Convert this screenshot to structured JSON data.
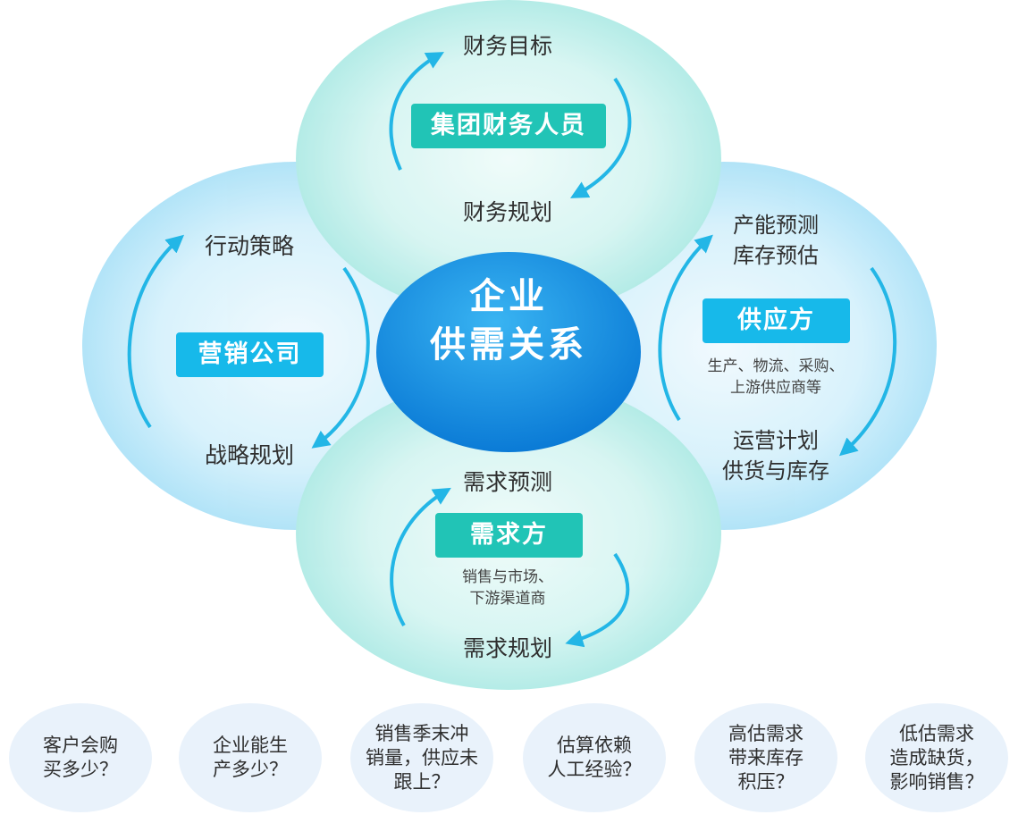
{
  "center": {
    "line1": "企业",
    "line2": "供需关系"
  },
  "top": {
    "role": "集团财务人员",
    "label_top": "财务目标",
    "label_bottom": "财务规划"
  },
  "left": {
    "role": "营销公司",
    "label_top": "行动策略",
    "label_bottom": "战略规划"
  },
  "right": {
    "role": "供应方",
    "label_top_1": "产能预测",
    "label_top_2": "库存预估",
    "desc_1": "生产、物流、采购、",
    "desc_2": "上游供应商等",
    "label_bottom_1": "运营计划",
    "label_bottom_2": "供货与库存"
  },
  "bottom": {
    "role": "需求方",
    "label_top": "需求预测",
    "desc_1": "销售与市场、",
    "desc_2": "下游渠道商",
    "label_bottom": "需求规划"
  },
  "questions": [
    "客户会购\n买多少？",
    "企业能生\n产多少？",
    "销售季末冲\n销量，供应未\n跟上？",
    "估算依赖\n人工经验？",
    "高估需求\n带来库存\n积压？",
    "低估需求\n造成缺货，\n影响销售？"
  ],
  "colors": {
    "circle_top": "#a9ebe6",
    "circle_bottom": "#a9ebe6",
    "circle_left": "#a6def7",
    "circle_right": "#a6def7",
    "center": "#1790e0",
    "badge_teal": "#21c4b6",
    "badge_blue": "#17b9ea",
    "arrow": "#23b6e6",
    "question_bg": "#e9f2fb"
  }
}
